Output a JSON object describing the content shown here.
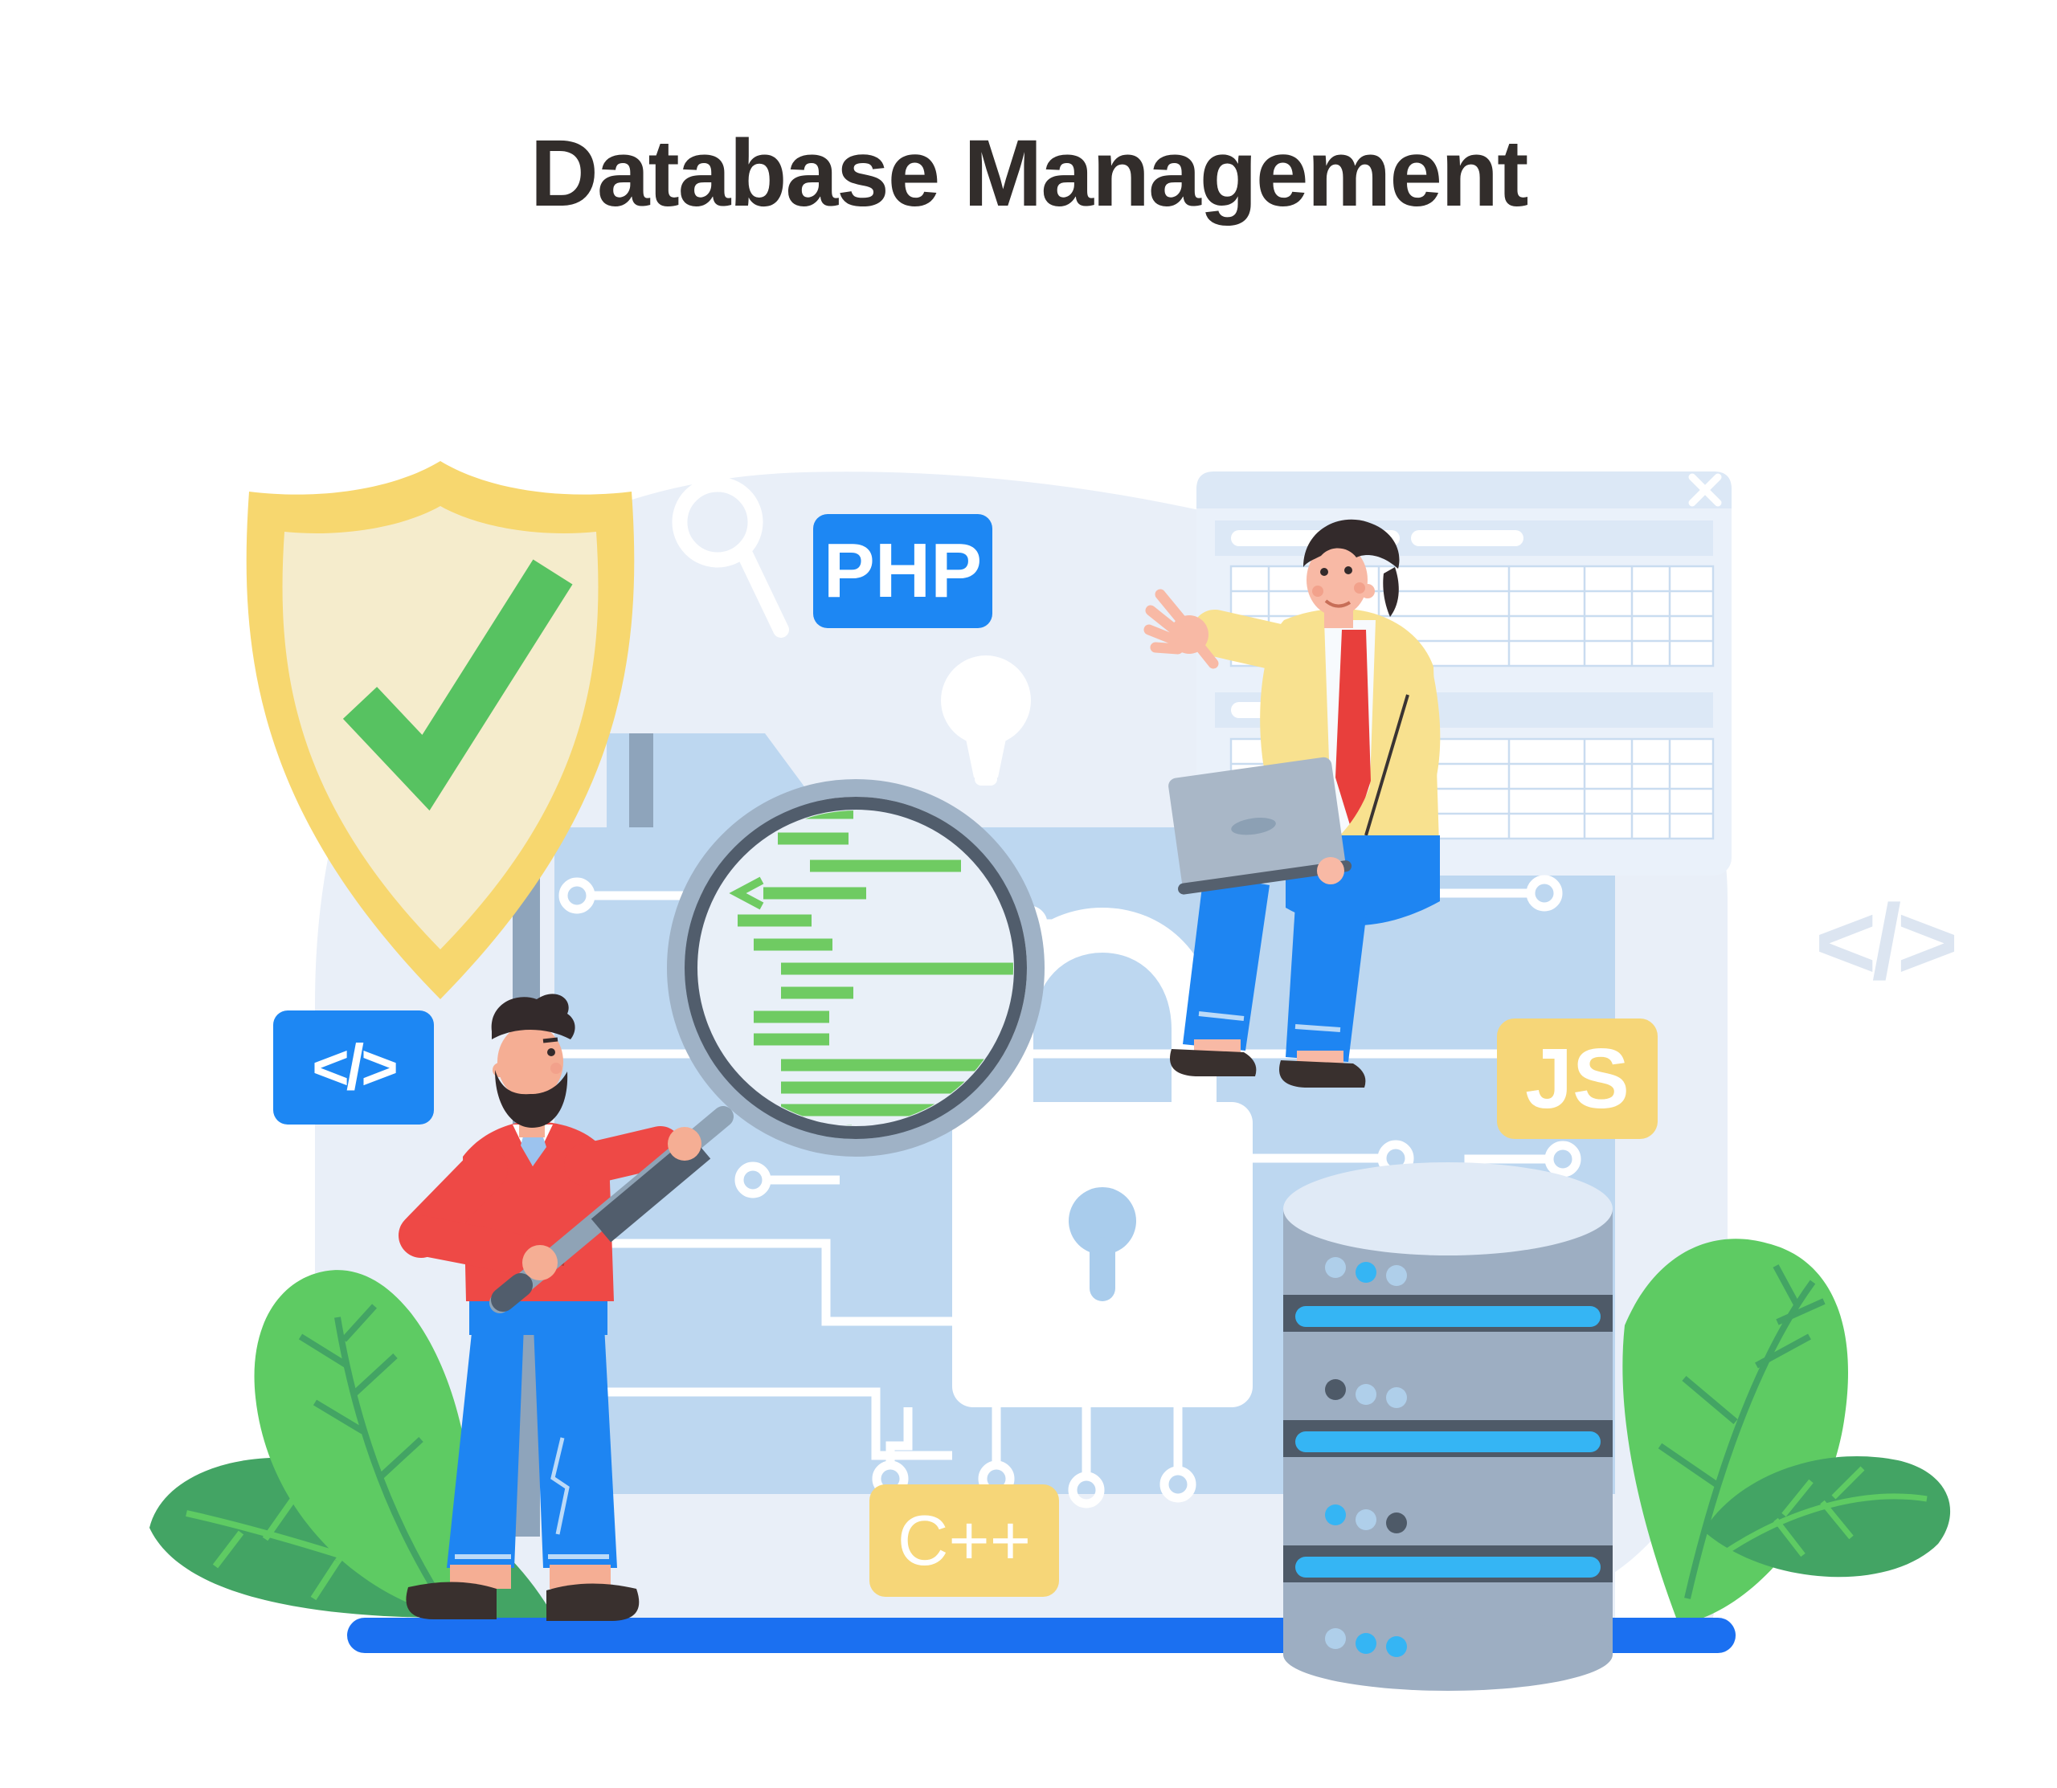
{
  "title": "Database Management",
  "badges": {
    "php": {
      "label": "PHP",
      "color": "#1d87f3"
    },
    "code": {
      "label": "</>",
      "color": "#1d87f3"
    },
    "js": {
      "label": "JS",
      "color": "#f6d678"
    },
    "cpp": {
      "label": "C++",
      "color": "#f6d678"
    },
    "code_faded": {
      "label": "</>",
      "color": "#dce5f1"
    }
  },
  "icons": {
    "shield-check-icon": "yellow shield with green checkmark",
    "search-icon": "white magnifier outline",
    "lightbulb-icon": "white bulb silhouette",
    "magnifier-code-icon": "magnifying glass over green code lines",
    "padlock-icon": "white closed padlock with keyhole",
    "database-icon": "stacked server cylinders with blue stripes",
    "close-icon": "white X in window title bar",
    "laptop-icon": "gray laptop",
    "leaf-icon": "green plant leaves",
    "circuit-icon": "white circuit traces with node rings"
  },
  "colors": {
    "background": "#ffffff",
    "title_text": "#322d2b",
    "dome_blob": "#e9eff8",
    "folder": "#bdd7f0",
    "folder_edge": "#8ea4bb",
    "window_bg": "#eaf1fa",
    "window_band": "#dce8f6",
    "grid_line": "#c9dcf0",
    "shield_rim": "#f7d76f",
    "shield_fill": "#f5eccc",
    "check_green": "#57c261",
    "code_green": "#6fcb62",
    "accent_blue": "#1d87f3",
    "bar_blue": "#1b70f1",
    "cyan_stripe": "#35b5f4",
    "db_body": "#9daec2",
    "db_band": "#4e5a68",
    "keyhole_blue": "#a9ccec",
    "leaf_light": "#5ecb63",
    "leaf_dark": "#43a464",
    "sweater_red": "#ee4946",
    "tie_red": "#e83f3c",
    "jacket_yellow": "#f8e18f",
    "pants_blue": "#1e85f2",
    "skin": "#f5ae94",
    "hair": "#332a2b"
  }
}
